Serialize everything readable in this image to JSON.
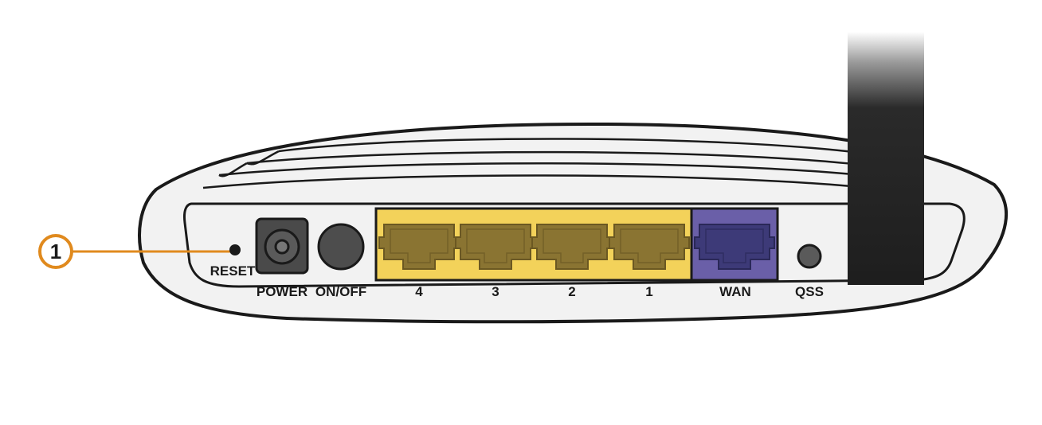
{
  "callout": {
    "number": "1",
    "color": "#e08a1e"
  },
  "labels": {
    "reset": "RESET",
    "power": "POWER",
    "onoff": "ON/OFF",
    "lan4": "4",
    "lan3": "3",
    "lan2": "2",
    "lan1": "1",
    "wan": "WAN",
    "qss": "QSS"
  },
  "colors": {
    "lan_panel": "#f3d25a",
    "lan_port": "#8a7432",
    "wan_panel": "#6a5fa8",
    "wan_port": "#3d3a78",
    "antenna": "#1e1e1e",
    "body": "#f2f2f2"
  }
}
